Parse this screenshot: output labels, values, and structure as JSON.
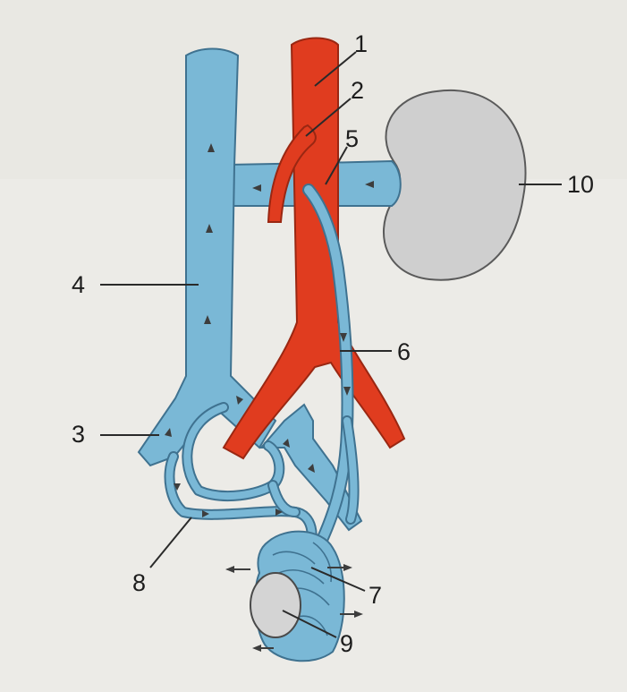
{
  "figure": {
    "labels": [
      {
        "id": "1",
        "text": "1"
      },
      {
        "id": "2",
        "text": "2"
      },
      {
        "id": "3",
        "text": "3"
      },
      {
        "id": "4",
        "text": "4"
      },
      {
        "id": "5",
        "text": "5"
      },
      {
        "id": "6",
        "text": "6"
      },
      {
        "id": "7",
        "text": "7"
      },
      {
        "id": "8",
        "text": "8"
      },
      {
        "id": "9",
        "text": "9"
      },
      {
        "id": "10",
        "text": "10"
      }
    ]
  },
  "colors": {
    "background": "#ecebe7",
    "vein": "#7ab8d6",
    "vein_outline": "#3f7290",
    "artery": "#e03c1f",
    "organ": "#cfcfcf",
    "organ_outline": "#5a5a5a"
  }
}
